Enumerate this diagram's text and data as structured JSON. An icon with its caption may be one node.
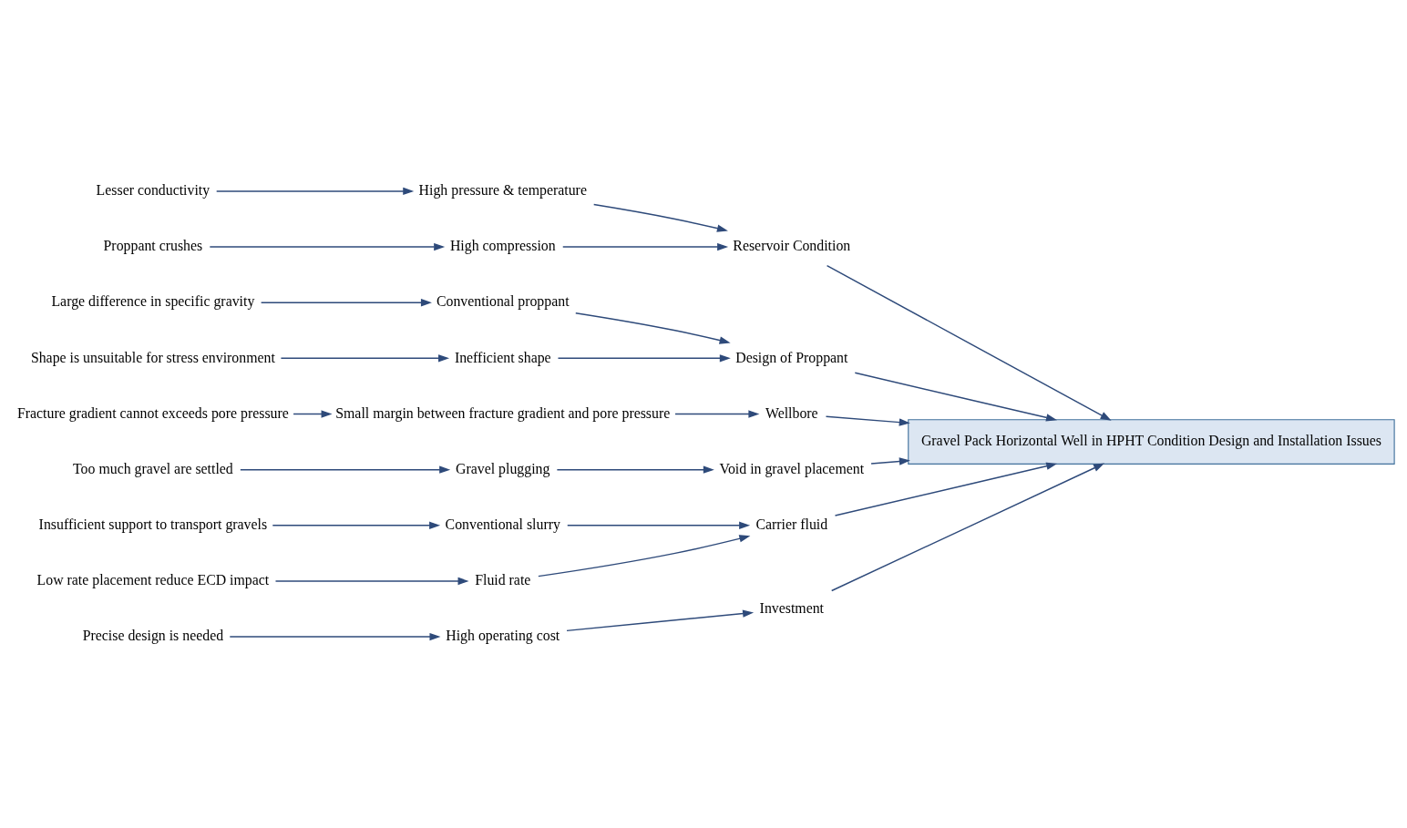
{
  "diagram": {
    "nodes": [
      {
        "text": [
          "Investment"
        ]
      },
      {
        "text": [
          "High operating cost"
        ]
      },
      {
        "text": [
          "Precise design is needed"
        ]
      },
      {
        "text": [
          "Reservoir Condition"
        ]
      },
      {
        "text": [
          "High pressure & temperature"
        ]
      },
      {
        "text": [
          "Lesser conductivity"
        ]
      },
      {
        "text": [
          "High compression"
        ]
      },
      {
        "text": [
          "Proppant crushes"
        ]
      },
      {
        "text": [
          "Design of Proppant"
        ]
      },
      {
        "text": [
          "Conventional proppant"
        ]
      },
      {
        "text": [
          "Large difference in specific gravity"
        ]
      },
      {
        "text": [
          "Inefficient shape"
        ]
      },
      {
        "text": [
          "Shape is unsuitable for stress environment"
        ]
      },
      {
        "text": [
          "Gravel Pack Horizontal Well in HPHT Condition Design and Installation Issues"
        ]
      },
      {
        "text": [
          "Wellbore"
        ]
      },
      {
        "text": [
          "Small margin between fracture gradient and pore pressure"
        ]
      },
      {
        "text": [
          "Fracture gradient cannot exceeds pore pressure"
        ]
      },
      {
        "text": [
          "Void in gravel placement"
        ]
      },
      {
        "text": [
          "Gravel plugging"
        ]
      },
      {
        "text": [
          "Too much gravel are settled"
        ]
      },
      {
        "text": [
          "Carrier fluid"
        ]
      },
      {
        "text": [
          "Conventional slurry"
        ]
      },
      {
        "text": [
          "Insufficient support to transport gravels"
        ]
      },
      {
        "text": [
          "Fluid rate"
        ]
      },
      {
        "text": [
          "Low rate placement reduce ECD impact"
        ]
      }
    ],
    "edges": [
      {
        "from": 0,
        "to": 13,
        "arrow": "to"
      },
      {
        "from": 1,
        "to": 0,
        "arrow": "to"
      },
      {
        "from": 2,
        "to": 1,
        "arrow": "to"
      },
      {
        "from": 3,
        "to": 13,
        "arrow": "to"
      },
      {
        "from": 4,
        "to": 3,
        "arrow": "to"
      },
      {
        "from": 5,
        "to": 4,
        "arrow": "to"
      },
      {
        "from": 6,
        "to": 3,
        "arrow": "to"
      },
      {
        "from": 7,
        "to": 6,
        "arrow": "to"
      },
      {
        "from": 8,
        "to": 13,
        "arrow": "to"
      },
      {
        "from": 9,
        "to": 8,
        "arrow": "to"
      },
      {
        "from": 10,
        "to": 9,
        "arrow": "to"
      },
      {
        "from": 11,
        "to": 8,
        "arrow": "to"
      },
      {
        "from": 12,
        "to": 11,
        "arrow": "to"
      },
      {
        "from": 14,
        "to": 13,
        "arrow": "to"
      },
      {
        "from": 15,
        "to": 14,
        "arrow": "to"
      },
      {
        "from": 16,
        "to": 15,
        "arrow": "to"
      },
      {
        "from": 17,
        "to": 13,
        "arrow": "to"
      },
      {
        "from": 18,
        "to": 17,
        "arrow": "to"
      },
      {
        "from": 19,
        "to": 18,
        "arrow": "to"
      },
      {
        "from": 20,
        "to": 13,
        "arrow": "to"
      },
      {
        "from": 21,
        "to": 20,
        "arrow": "to"
      },
      {
        "from": 22,
        "to": 21,
        "arrow": "to"
      },
      {
        "from": 23,
        "to": 20,
        "arrow": "to"
      },
      {
        "from": 24,
        "to": 23,
        "arrow": "to"
      }
    ]
  }
}
